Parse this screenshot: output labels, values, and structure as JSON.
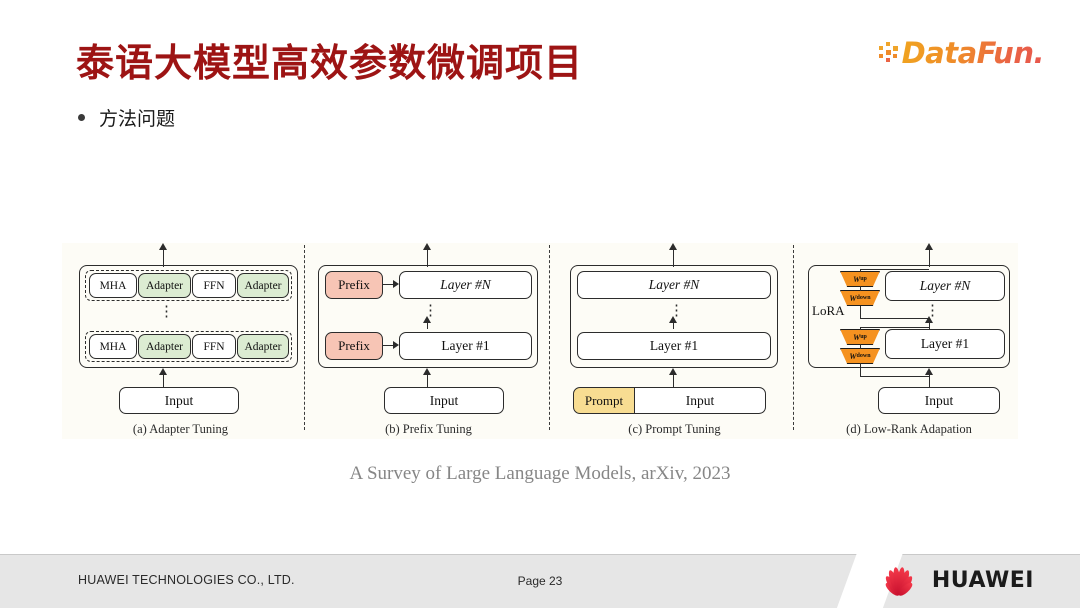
{
  "slide": {
    "title": "泰语大模型高效参数微调项目",
    "title_color": "#9d1414",
    "bullet": "方法问题",
    "figure_caption": "A Survey of Large Language Models, arXiv, 2023"
  },
  "brand_logo": {
    "text": "DataFun."
  },
  "figure": {
    "panels": [
      {
        "id": "adapter-tuning",
        "caption": "(a) Adapter Tuning",
        "blocks_top": [
          "MHA",
          "Adapter",
          "FFN",
          "Adapter"
        ],
        "blocks_bottom": [
          "MHA",
          "Adapter",
          "FFN",
          "Adapter"
        ],
        "input": "Input",
        "highlight_color": "#dcecd2"
      },
      {
        "id": "prefix-tuning",
        "caption": "(b) Prefix Tuning",
        "prefix_top": "Prefix",
        "prefix_bottom": "Prefix",
        "layer_top": "Layer #N",
        "layer_bottom": "Layer #1",
        "input": "Input",
        "highlight_color": "#f7c5b5"
      },
      {
        "id": "prompt-tuning",
        "caption": "(c) Prompt Tuning",
        "layer_top": "Layer #N",
        "layer_bottom": "Layer #1",
        "prompt": "Prompt",
        "input": "Input",
        "highlight_color": "#f8dd92"
      },
      {
        "id": "low-rank-adapation",
        "caption": "(d) Low-Rank Adapation",
        "lora_label": "LoRA",
        "w_up": "W",
        "w_up_sub": "up",
        "w_down": "W",
        "w_down_sub": "down",
        "layer_top": "Layer #N",
        "layer_bottom": "Layer #1",
        "input": "Input",
        "highlight_color": "#f59220"
      }
    ],
    "ellipsis": "⋮"
  },
  "footer": {
    "company": "HUAWEI TECHNOLOGIES CO., LTD.",
    "page": "Page 23",
    "brand": "HUAWEI"
  }
}
